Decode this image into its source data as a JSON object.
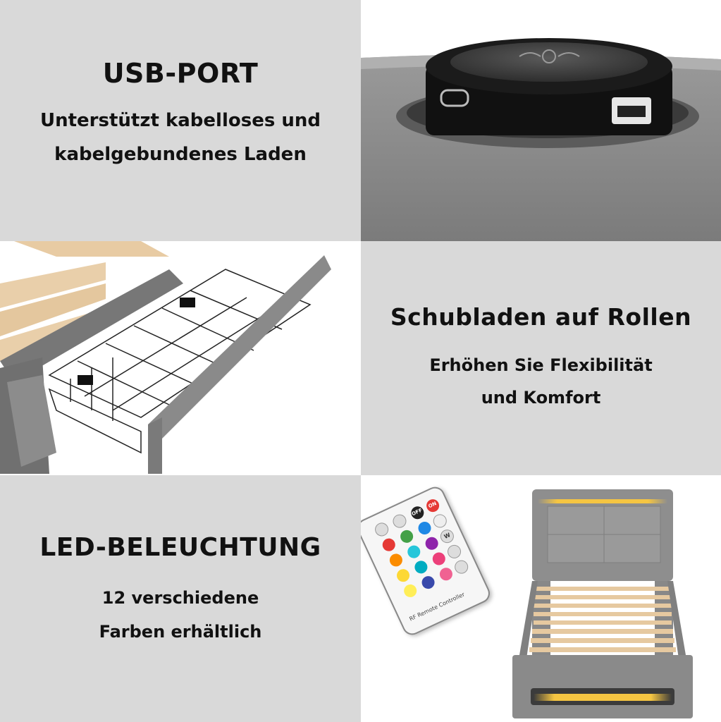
{
  "usb": {
    "title": "USB-PORT",
    "line1": "Unterstützt kabelloses und",
    "line2": "kabelgebundenes Laden"
  },
  "drawers": {
    "title": "Schubladen auf Rollen",
    "line1": "Erhöhen Sie Flexibilität",
    "line2": "und Komfort"
  },
  "led": {
    "title": "LED-BELEUCHTUNG",
    "line1": "12 verschiedene",
    "line2": "Farben erhältlich"
  },
  "remote": {
    "label": "RF Remote Controller",
    "off_label": "OFF",
    "on_label": "ON",
    "w_label": "W"
  },
  "colors": {
    "panel_gray": "#d9d9d9",
    "leather_gray": "#8a8a8a",
    "led_yellow": "#f5c542"
  }
}
